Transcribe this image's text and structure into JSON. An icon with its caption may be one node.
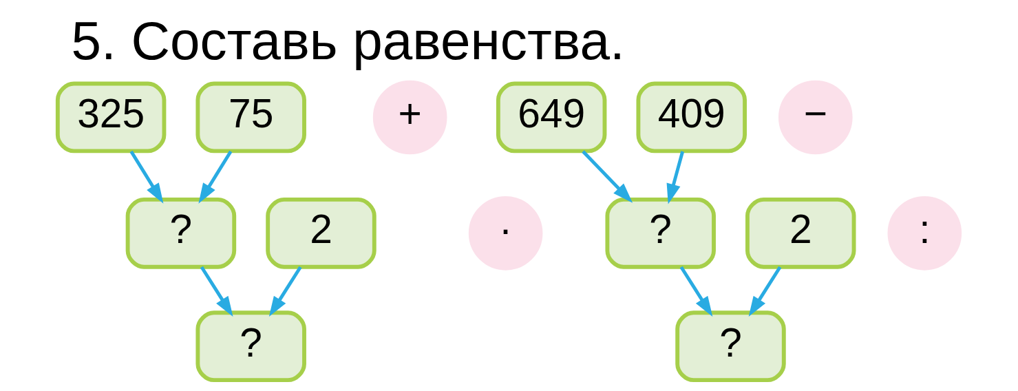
{
  "diagram": {
    "title": "5. Составь равенства.",
    "nodes": [
      {
        "text": [
          "325"
        ]
      },
      {
        "text": [
          "+"
        ]
      },
      {
        "text": [
          "75"
        ]
      },
      {
        "text": [
          "?"
        ]
      },
      {
        "text": [
          "·"
        ]
      },
      {
        "text": [
          "2"
        ]
      },
      {
        "text": [
          "?"
        ]
      },
      {
        "text": [
          "649"
        ]
      },
      {
        "text": [
          "−"
        ]
      },
      {
        "text": [
          "409"
        ]
      },
      {
        "text": [
          "?"
        ]
      },
      {
        "text": [
          ":"
        ]
      },
      {
        "text": [
          "2"
        ]
      },
      {
        "text": [
          "?"
        ]
      }
    ],
    "edges": [
      {
        "from": 0,
        "to": 3,
        "arrow": "to"
      },
      {
        "from": 2,
        "to": 3,
        "arrow": "to"
      },
      {
        "from": 3,
        "to": 6,
        "arrow": "to"
      },
      {
        "from": 5,
        "to": 6,
        "arrow": "to"
      },
      {
        "from": 7,
        "to": 10,
        "arrow": "to"
      },
      {
        "from": 9,
        "to": 10,
        "arrow": "to"
      },
      {
        "from": 10,
        "to": 13,
        "arrow": "to"
      },
      {
        "from": 12,
        "to": 13,
        "arrow": "to"
      }
    ]
  }
}
